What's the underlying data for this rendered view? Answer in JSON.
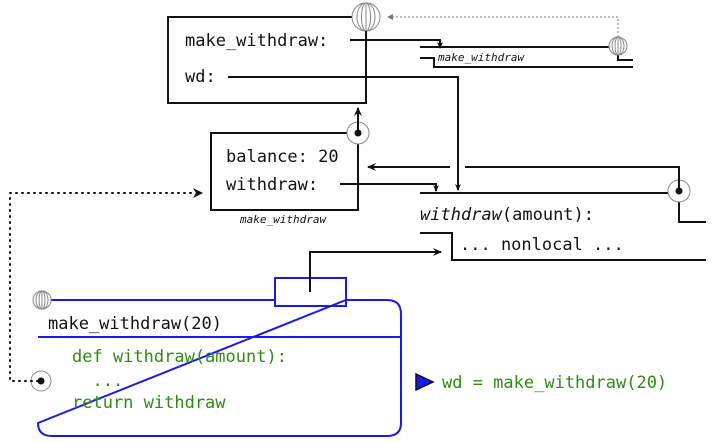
{
  "global_frame": {
    "bindings": [
      {
        "name": "make_withdraw:"
      },
      {
        "name": "wd:"
      }
    ]
  },
  "function_objects": {
    "make_withdraw": {
      "label": "make_withdraw"
    },
    "withdraw": {
      "signature_name": "withdraw",
      "signature_params": "(amount):",
      "body": "... nonlocal ..."
    }
  },
  "local_frame": {
    "bindings": [
      {
        "name": "balance:",
        "value": "20"
      },
      {
        "name": "withdraw:"
      }
    ],
    "label": "make_withdraw"
  },
  "call_frame": {
    "title": "make_withdraw(20)",
    "code_lines": [
      "def withdraw(amount):",
      "  ...",
      "return withdraw"
    ]
  },
  "current_statement": {
    "text": "wd = make_withdraw(20)",
    "marker": "play-triangle-icon"
  },
  "colors": {
    "frame_border": "#1a1aee",
    "code_text": "#2e8b12",
    "marker_fill": "#1a1aee"
  }
}
